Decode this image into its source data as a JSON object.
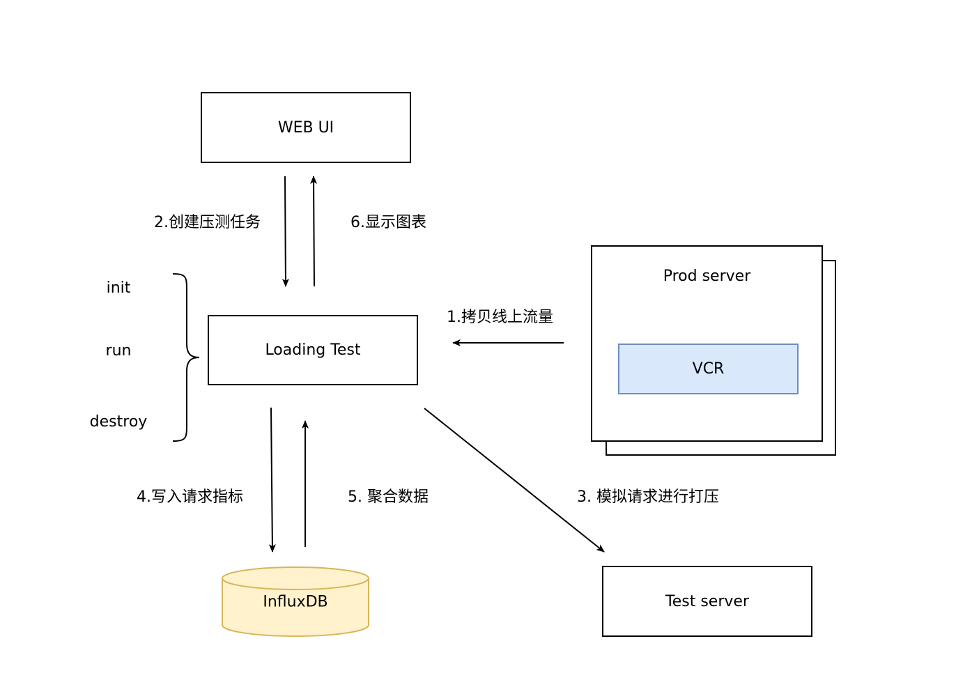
{
  "nodes": {
    "web_ui": "WEB UI",
    "loading_test": "Loading Test",
    "prod_server": "Prod server",
    "vcr": "VCR",
    "test_server": "Test server",
    "influxdb": "InfluxDB"
  },
  "lifecycle": {
    "init": "init",
    "run": "run",
    "destroy": "destroy"
  },
  "edges": {
    "copy_traffic": "1.拷贝线上流量",
    "create_task": "2.创建压测任务",
    "simulate_requests": "3. 模拟请求进行打压",
    "write_metrics": "4.写入请求指标",
    "aggregate_data": "5. 聚合数据",
    "show_charts": "6.显示图表"
  },
  "colors": {
    "vcr_fill": "#dae8fc",
    "vcr_stroke": "#6c8ebf",
    "db_fill": "#fff2cc",
    "db_stroke": "#d6b656",
    "line": "#000000"
  }
}
